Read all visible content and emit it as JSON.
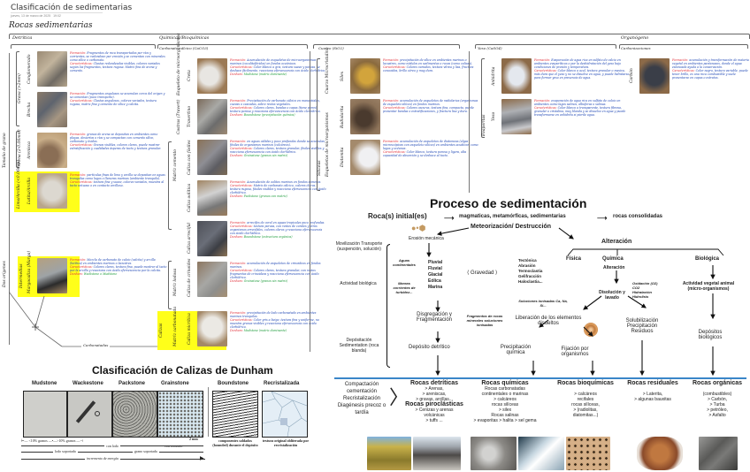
{
  "header": {
    "title": "Clasificación de sedimentarias",
    "date": "jueves, 13 de marzo de 2025",
    "time": "19:02"
  },
  "notebook": {
    "heading": "Rocas sedimentarias",
    "sections": {
      "detritica": "Detrítica",
      "quimicas": "Químicas/Bioquímicas",
      "carbonato": "Carbonato cálcico (CaCO3)",
      "cuarzo": "Cuarzo (SiO2)",
      "yeso": "Yeso (CaSO4)",
      "organogeno": "Organógeno",
      "carbonizacion": "Carbonizaciones"
    },
    "side_labels": {
      "tamano": "Tamaño de grano",
      "grava": "Grava (>2mm)",
      "arena": "Arena (2-0.06mm)",
      "limo": "Limo/Arcilla (<0.06mm)",
      "dos_origenes": "Dos orígenes",
      "intermedias": "Intermedias",
      "calizas": "Calizas",
      "carbonatadas": "Carbonatadas",
      "restos_micro": "Esqueleto de microorganismos",
      "costras": "Costras (Travert)",
      "matriz_cemento": "Matriz cemento",
      "matriz_lutitica": "Matriz lodosa",
      "matriz_carbonatada": "Matriz carbonatada",
      "sobre_micro": "Esqueletos de microorganismos",
      "cuarzo_microcristalino": "Cuarzo Microcristalino",
      "silicea": "Silíceas",
      "evaporitas": "Evaporitas"
    },
    "detriticas": [
      {
        "name": "Conglomerado",
        "formacion": "Fragmentos de roca transportados por ríos y corrientes, se redondean por erosión y se cementan con minerales como sílice o carbonato.",
        "caracteristicas": "Clastos redondeados visibles, colores variados según los fragmentos, textura rugosa. Matriz fina de arena y cemento."
      },
      {
        "name": "Brecha",
        "formacion": "Fragmentos angulosos se acumulan cerca del origen y se cementan (poco transporte).",
        "caracteristicas": "Clastos angulosos, colores variados, textura rugosa, matriz fina y cemento de sílice y calcita."
      },
      {
        "name": "Arenisca",
        "formacion": "granos de arena se depositan en ambientes como playas, desiertos o ríos y se compactan con cemento sílice, carbonato y óxidos.",
        "caracteristicas": "Granos visibles, colores claros, puede mostrar estratificación y cualidades ásperas de tacto y textura granular."
      },
      {
        "name": "Lutita/Arcilla",
        "formacion": "partículas finas de limo y arcilla se depositan en aguas tranquilas como lagos o llanuras marinas (ambiente tranquilo).",
        "caracteristicas": "textura fina y suave, colores variados, muestra al tacto untuoso o en contacto arcilloso."
      },
      {
        "name": "Margocaliza (Marga)",
        "formacion": "Mezcla de carbonato de calcio (calcita) y arcilla (lutítica) en ambientes marinos o lacustres.",
        "caracteristicas": "Colores claros, textura fina, puede mostrar al tacto por la arcilla y reacciona con ácido efervescencia por la calcita.",
        "dureza": "Wackstone o Mudstone"
      }
    ],
    "carbonatadas": [
      {
        "name": "Creta",
        "formacion": "Acumulación de esqueletos de microorganismos marinos (cocolitofóridos) en fondos oceánicos.",
        "caracteristicas": "Color blanco a gris, textura suave y porosa, se deshace fácilmente, reacciona efervescencia con ácido clorhídrico.",
        "dunham": "Mudstone (matriz dominante)"
      },
      {
        "name": "Travertino",
        "formacion": "Precipitación de carbonato cálcico en manantiales, cuevas o cascadas, sobre restos vegetales.",
        "caracteristicas": "Colores claros, bandas o capas (tiene poros), textura porosa y reacciona efervescencia con ácido clorhídrico.",
        "dunham": "Boundstone (precipitación química)"
      },
      {
        "name": "Caliza con fósiles",
        "formacion": "en aguas cálidas y poco profundas donde se acumulan fósiles de organismos marinos (calcáreos).",
        "caracteristicas": "Colores claros, textura granular, fósiles visibles y reacciona efervescencia con ácido clorhídrico.",
        "dunham": "Grainstone (granos sin matriz)"
      },
      {
        "name": "Caliza oolítica",
        "formacion": "Acumulación de oolitos marinos en fondos someros.",
        "caracteristicas": "Matriz de carbonato cálcico, colores claros, textura rugosa, fósiles visibles y reacciona efervescencia con ácido clorhídrico.",
        "dunham": "Packstone (granos con matriz)"
      },
      {
        "name": "Caliza arrecifal",
        "formacion": "arrecifes de coral en aguas tropicales poco profundas.",
        "caracteristicas": "textura porosa, con restos de corales y otros organismos arrecifales, colores claros y reacciona efervescencia con ácido clorhídrico.",
        "dunham": "Boundstone (estructura orgánica)"
      },
      {
        "name": "Caliza de crinoides",
        "formacion": "acumulación de esqueletos de crinoideos en fondos marinos.",
        "caracteristicas": "Colores claros, textura granular, con restos fragmentos de crinoideos y reacciona efervescencia con ácido clorhídrico.",
        "dunham": "Grainstone (granos sin matriz)"
      },
      {
        "name": "Caliza micrítica",
        "formacion": "precipitación de lodo carbonatado en ambientes marinos tranquilos.",
        "caracteristicas": "Color gris a beige, textura fina y uniforme, no muestra granos visibles y reacciona efervescencia con ácido clorhídrico.",
        "dunham": "Mudstone (matriz dominante)"
      }
    ],
    "silices": [
      {
        "name": "Sílex",
        "formacion": "precipitación de sílice en ambientes marinos o lacustres, como nódulos en sedimentos o rocas (como calizas).",
        "caracteristicas": "Colores variados, textura vítrea y lisa, fractura concoidea, brillo céreo y muy duro."
      },
      {
        "name": "Radiolarita",
        "formacion": "acumulación de esqueletos de radiolarios (organismos de esqueleto silíceo) en fondos marinos.",
        "caracteristicas": "Colores oscuros, textura fina, compacta, puede presentar bandas o estratificaciones, y fractura lisa y dura."
      },
      {
        "name": "Diatomita",
        "formacion": "acumulación de esqueletos de diatomeas (algas microscópicas con esqueleto silíceo) en ambientes acuáticos como lagos y océanos.",
        "caracteristicas": "Color blanco, textura porosa y ligera, alta capacidad de absorción y se deshace al tacto."
      }
    ],
    "yesos": [
      {
        "name": "Anhidrita",
        "formacion": "Evaporación de agua rica en sulfato de calcio en ambientes evaporíticos o por la deshidratación del yeso bajo condiciones de presión y temperatura.",
        "caracteristicas": "Color blanco a azul, textura granular o masiva, más dura que el yeso y no se disuelve en agua, y puede hidratarse para formar yeso en presencia de agua."
      },
      {
        "name": "Yeso",
        "formacion": "evaporación de agua rica en sulfato de calcio en ambientes como lagos salinos, albuferas o salinas.",
        "caracteristicas": "Color blanco a transparente, textura fibrosa, granular o cristalina, muy blanda y se disuelve en agua y puede transformarse en anhidrita si pierde agua."
      }
    ],
    "organogenos": [
      {
        "name": "Carbón",
        "formacion": "acumulación y transformación de materia vegetal en ambientes pantanosos, donde el agua estancada ayuda a la conservación.",
        "caracteristicas": "Color negro, textura variable, puede tener brillo, es una roca combustible y suele presentarse en capas o estratos."
      }
    ]
  },
  "process": {
    "title": "Proceso de sedimentación",
    "origin_row": {
      "initial": "Roca(s) initial(es)",
      "types": "magmaticas, metamórficas, sedimentarias",
      "consolidated": "rocas consolidadas"
    },
    "meteorizacion": "Meteorización/ Destrucción",
    "erosion": "Erosión mecánica",
    "alteracion": "Alteración",
    "left_stages": {
      "movilizacion": "Movilización Transporte (suspención, solución)",
      "actividad": "Actividad biológica",
      "depositacion": "Depósitación Sedimentation (roca blanda)"
    },
    "agents": {
      "aguas_continentales": "Aguas continentales",
      "mareas": "Mareas corrientes de turbidez...",
      "list": [
        "Pluvial",
        "Fluvial",
        "Glacial",
        "Eólica",
        "Marina"
      ],
      "gravedad": "Gravedad",
      "physical_list": [
        "Tectónica",
        "Abrasión",
        "Termoclastia",
        "Gelifracción",
        "Haloclastia..."
      ]
    },
    "disgregacion": "Disgregación y Fragmentación",
    "fragmentos": "Fragmentos de rocas minerales soluciones ionisadas",
    "deposito_detritico": "Depósito detrítico",
    "fisica": "Física",
    "quimica": "Química",
    "quimica_sub": "Alteración",
    "biologica": "Biológica",
    "disolucion": "Disolución y lavado",
    "oxidacion": [
      "Oxidación (O2)",
      "CO2",
      "Hidratación",
      "Hidrolisis"
    ],
    "soluciones": "Soluciones ionisadas Ca, Na, Si...",
    "liberacion": "Liberación de los elementos disueltos",
    "precipitacion": "Precipitación química",
    "fijacion": "Fijación por organismos",
    "solubilizacion": "Solubilización Precipitación Residuos",
    "actividad_vegetal": "Actividad vegetal animal (micro-organismos)",
    "depositos_biologicos": "Depósitos biológicos",
    "diagenesis": "Compactación cementación Recristalización Diagénesis precoz o tardía",
    "rock_types": [
      {
        "title": "Rocas detríticas",
        "lines": [
          "> Arenas,",
          "> areniscas,",
          "> gravas, arcillas..."
        ],
        "extra_title": "Rocas piroclásticas",
        "extra_lines": [
          "> Cenizas y arenas",
          "volcánicas",
          "> tuffs ..."
        ]
      },
      {
        "title": "Rocas químicas",
        "lines": [
          "Rocas carbonatadas",
          "continentales o marinas",
          "> calcáreos",
          "rocas silíceas",
          "> silex",
          "Rocas salinas",
          "> evaporitas > halita > sel gema"
        ]
      },
      {
        "title": "Rocas bioquímicas",
        "lines": [
          "> calcáreos",
          "recifales",
          "rocas silíceas,",
          "> (radiolitas,",
          "diatomitas...)"
        ]
      },
      {
        "title": "Rocas residuales",
        "lines": [
          "> Laterita,",
          "> algunas bauxitas"
        ]
      },
      {
        "title": "Rocas orgánicas",
        "lines": [
          "(combustibles)",
          "> Carbón,",
          "> Turba",
          "> petróleo,",
          "> Asfalto"
        ]
      }
    ]
  },
  "dunham": {
    "title": "Clasificación de Calizas de Dunham",
    "types": [
      "Mudstone",
      "Wackestone",
      "Packstone",
      "Grainstone",
      "Boundstone",
      "Recristalizada"
    ],
    "scale": "2 mm",
    "notes": {
      "lt10": "<10% granos",
      "gt10": ">10% granos",
      "con_lodo": "con lodo",
      "con_cemento": "con cemento",
      "lodo_soportada": "lodo soportada",
      "grano_soportada": "grano soportada",
      "energia": "incremento de energía",
      "boundstone_desc": "componentes soldados (bounded) durante el depósito",
      "recristalizada_desc": "textura original obliterada por recristalización"
    }
  },
  "colors": {
    "highlight": "#ffff1a",
    "formacion": "#e0303a",
    "caracteristicas": "#1e46b4",
    "keyword": "#1c9b3a",
    "accent_rule": "#3a86c8"
  }
}
